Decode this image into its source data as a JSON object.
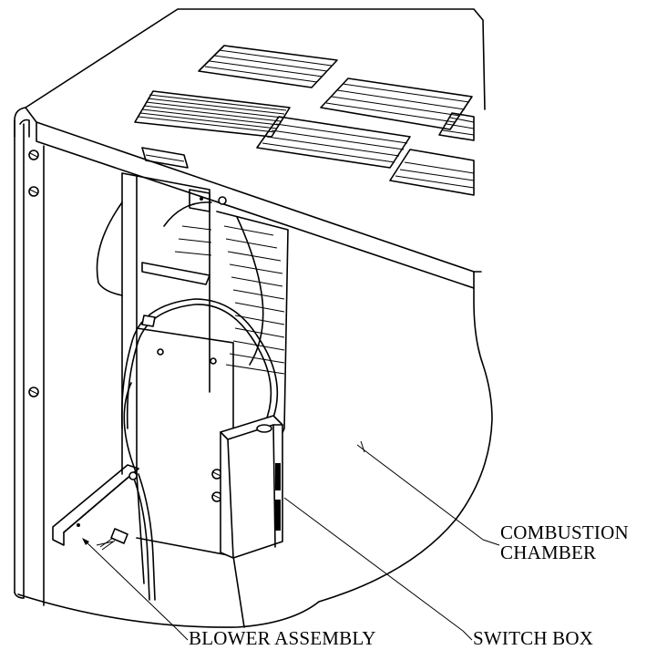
{
  "labels": {
    "combustion_chamber_line1": "COMBUSTION",
    "combustion_chamber_line2": "CHAMBER",
    "blower_assembly": "BLOWER ASSEMBLY",
    "switch_box": "SWITCH BOX"
  }
}
